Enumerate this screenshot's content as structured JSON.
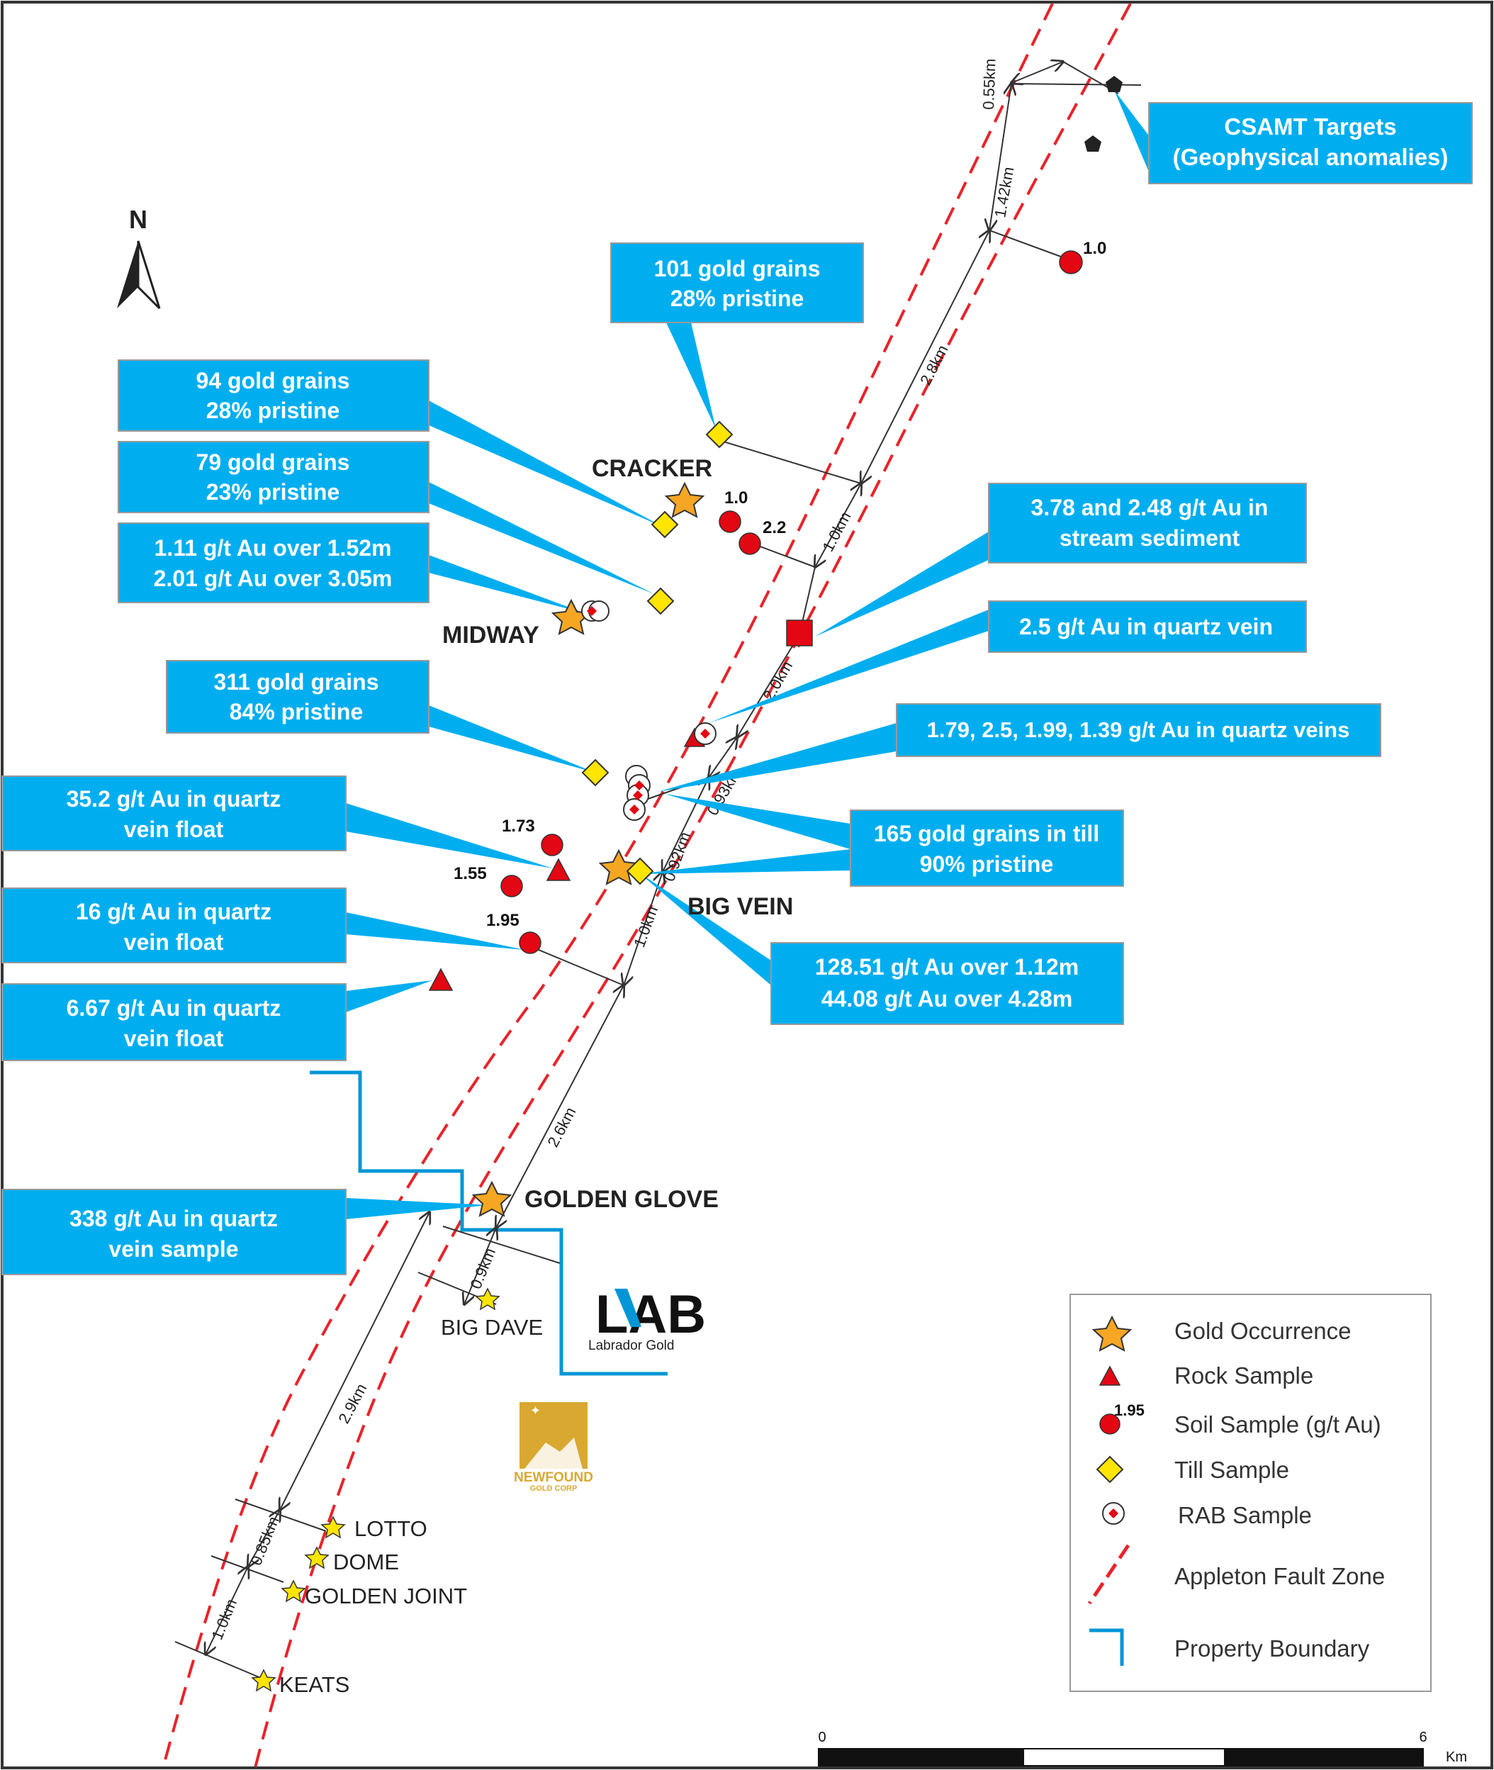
{
  "north_label": "N",
  "callouts": {
    "csamt": [
      "CSAMT Targets",
      "(Geophysical anomalies)"
    ],
    "c101": [
      "101 gold grains",
      "28% pristine"
    ],
    "c94": [
      "94 gold grains",
      "28% pristine"
    ],
    "c79": [
      "79 gold grains",
      "23% pristine"
    ],
    "c111": [
      "1.11 g/t Au over 1.52m",
      "2.01 g/t Au over 3.05m"
    ],
    "c378": [
      "3.78 and 2.48 g/t Au in",
      "stream sediment"
    ],
    "c25": [
      "2.5 g/t Au in quartz vein"
    ],
    "c311": [
      "311 gold grains",
      "84% pristine"
    ],
    "c179": [
      "1.79, 2.5, 1.99, 1.39 g/t Au in quartz veins"
    ],
    "c352": [
      "35.2 g/t Au in quartz",
      "vein float"
    ],
    "c165": [
      "165 gold grains in till",
      "90% pristine"
    ],
    "c16": [
      "16 g/t Au in quartz",
      "vein float"
    ],
    "c12851": [
      "128.51 g/t Au over 1.12m",
      "44.08 g/t Au over 4.28m"
    ],
    "c667": [
      "6.67 g/t Au in quartz",
      "vein float"
    ],
    "c338": [
      "338 g/t Au in quartz",
      "vein sample"
    ]
  },
  "sites": {
    "cracker": "CRACKER",
    "midway": "MIDWAY",
    "big_vein": "BIG VEIN",
    "golden_glove": "GOLDEN GLOVE",
    "big_dave": "BIG DAVE",
    "lotto": "LOTTO",
    "dome": "DOME",
    "golden_joint": "GOLDEN JOINT",
    "keats": "KEATS"
  },
  "soil_values": {
    "ne": "1.0",
    "cracker_a": "1.0",
    "cracker_b": "2.2",
    "bv_a": "1.73",
    "bv_b": "1.55",
    "bv_c": "1.95"
  },
  "distances": {
    "d055": "0.55km",
    "d142": "1.42km",
    "d28": "2.8km",
    "d10a": "1.0km",
    "d20": "2.0km",
    "d093": "0.93km",
    "d092": "0.92km",
    "d10b": "1.0km",
    "d26": "2.6km",
    "d09": "0.9km",
    "d29": "2.9km",
    "d085": "0.85km",
    "d10c": "1.0km"
  },
  "logos": {
    "lab_letters": "LAB",
    "lab_name": "Labrador Gold",
    "newfound_name": "NEWFOUND",
    "newfound_sub": "GOLD CORP"
  },
  "legend": {
    "gold_occurrence": "Gold Occurrence",
    "rock_sample": "Rock Sample",
    "soil_sample": "Soil Sample (g/t Au)",
    "soil_example_value": "1.95",
    "till_sample": "Till Sample",
    "rab_sample": "RAB Sample",
    "fault_zone": "Appleton Fault Zone",
    "property_boundary": "Property Boundary"
  },
  "scale_bar": {
    "start": "0",
    "end": "6",
    "unit": "Km"
  },
  "colors": {
    "callout": "#00AEEF",
    "fault": "#E8232A",
    "boundary": "#0096D6",
    "gold_star": "#F5A623",
    "sample_red": "#E30613",
    "till_yellow": "#FFE500"
  }
}
